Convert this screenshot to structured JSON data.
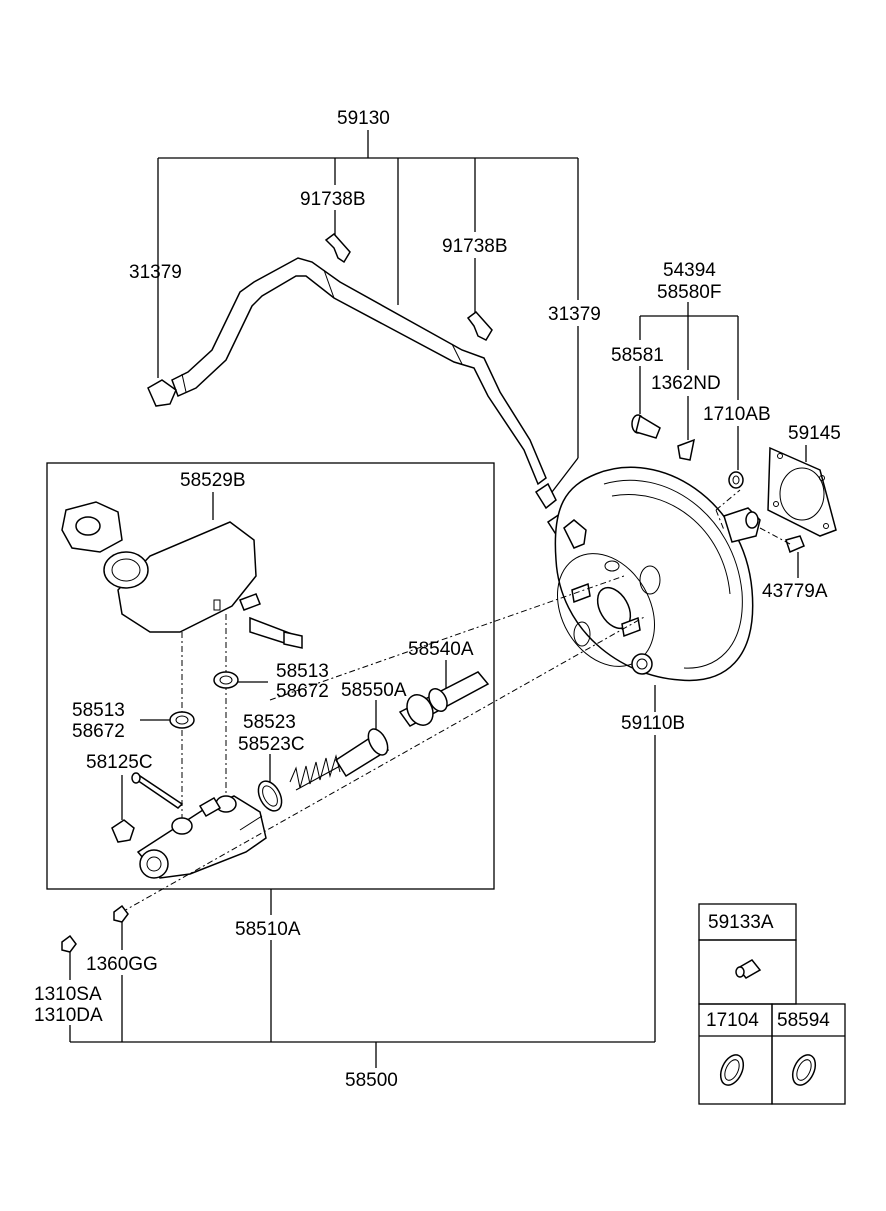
{
  "labels": {
    "p59130": "59130",
    "p91738B_1": "91738B",
    "p91738B_2": "91738B",
    "p31379_1": "31379",
    "p31379_2": "31379",
    "p54394": "54394",
    "p58580F": "58580F",
    "p58581": "58581",
    "p1362ND": "1362ND",
    "p1710AB": "1710AB",
    "p59145": "59145",
    "p43779A": "43779A",
    "p58529B": "58529B",
    "p58513_1": "58513",
    "p58672_1": "58672",
    "p58513_2": "58513",
    "p58672_2": "58672",
    "p58540A": "58540A",
    "p58550A": "58550A",
    "p58523": "58523",
    "p58523C": "58523C",
    "p58125C": "58125C",
    "p59110B": "59110B",
    "p58510A": "58510A",
    "p1360GG": "1360GG",
    "p1310SA": "1310SA",
    "p1310DA": "1310DA",
    "p58500": "58500",
    "p59133A": "59133A",
    "p17104": "17104",
    "p58594": "58594"
  },
  "style": {
    "line_color": "#000000",
    "background": "#ffffff"
  }
}
